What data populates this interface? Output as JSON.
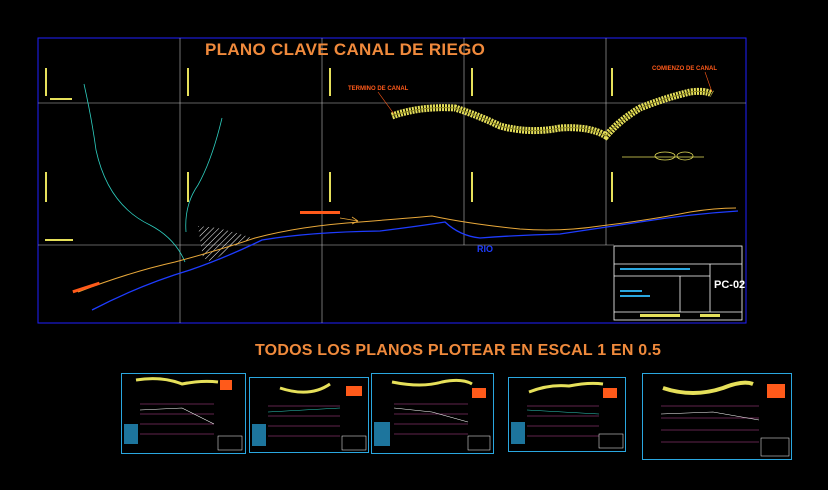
{
  "sheet": {
    "title": "PLANO CLAVE  CANAL DE RIEGO",
    "label_end": "TERMINO DE CANAL",
    "label_start": "COMIENZO DE CANAL",
    "label_river": "RIO",
    "plan_code": "PC-02"
  },
  "note": "TODOS LOS PLANOS PLOTEAR EN ESCAL 1 EN 0.5",
  "colors": {
    "frame": "#1f1fff",
    "grid": "#c8c8c8",
    "canal": "#e6e05a",
    "river": "#1e3cff",
    "road": "#e8a83a",
    "stream": "#2ecfc0",
    "label": "#ff5a1a",
    "thumb_border": "#2aa7e0"
  },
  "thumbnails": [
    "sheet-1",
    "sheet-2",
    "sheet-3",
    "sheet-4",
    "sheet-5"
  ]
}
